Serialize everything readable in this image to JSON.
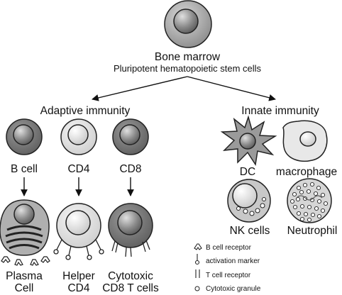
{
  "stem": {
    "title": "Bone marrow",
    "subtitle": "Pluripotent hematopoietic stem cells"
  },
  "adaptive": {
    "heading": "Adaptive immunity",
    "cells": [
      {
        "label": "B cell",
        "mature_label_1": "Plasma",
        "mature_label_2": "Cell"
      },
      {
        "label": "CD4",
        "mature_label_1": "Helper",
        "mature_label_2": "CD4"
      },
      {
        "label": "CD8",
        "mature_label_1": "Cytotoxic",
        "mature_label_2": "CD8 T cells"
      }
    ]
  },
  "innate": {
    "heading": "Innate immunity",
    "cells": [
      {
        "label": "DC"
      },
      {
        "label": "macrophage"
      },
      {
        "label": "NK cells"
      },
      {
        "label": "Neutrophil"
      }
    ]
  },
  "legend": {
    "items": [
      {
        "icon": "b-cell-receptor-icon",
        "label": "B cell receptor"
      },
      {
        "icon": "activation-marker-icon",
        "label": "activation marker"
      },
      {
        "icon": "t-cell-receptor-icon",
        "label": "T cell receptor"
      },
      {
        "icon": "cytotoxic-granule-icon",
        "label": "Cytotoxic granule"
      }
    ]
  },
  "colors": {
    "ink": "#222222",
    "dark_cell": "#7a7a7a",
    "mid_cell": "#a9a9a9",
    "light_cell": "#e6e6e6"
  }
}
